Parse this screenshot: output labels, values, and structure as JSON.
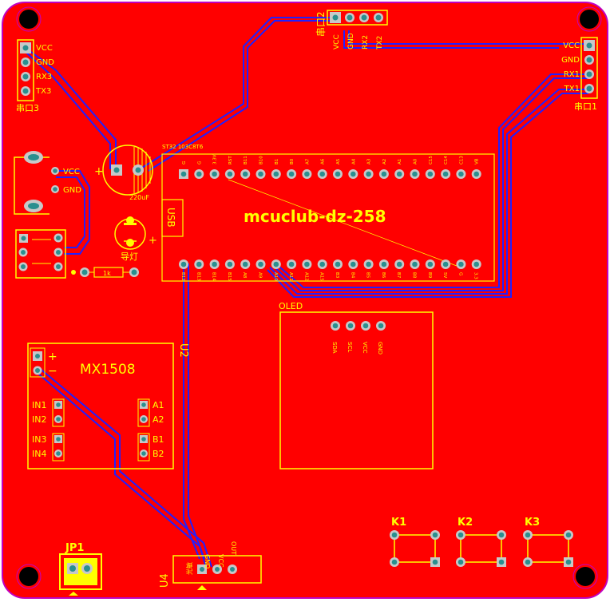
{
  "colors": {
    "board": "#ff0000",
    "outline": "#c000c0",
    "silk": "#ffff00",
    "trace": "#2020ff",
    "pad_ring": "#c8c8c8",
    "pad_hole": "#2a8f8f",
    "hole": "#000000"
  },
  "labels": {
    "top_hdr_ref": "串口2",
    "top_hdr_pins": [
      "VCC",
      "GND",
      "RX2",
      "TX2"
    ],
    "left_hdr_ref": "串口3",
    "left_hdr_pins": [
      "VCC",
      "GND",
      "RX3",
      "TX3"
    ],
    "right_hdr_ref": "串口1",
    "right_hdr_pins": [
      "VCC",
      "GND",
      "RX1",
      "TX1"
    ],
    "power_pins": [
      "VCC",
      "GND"
    ],
    "cap_value": "220uF",
    "cap_plus": "+",
    "led_ref": "导灯",
    "led_plus": "+",
    "resistor_value": "1k",
    "board_name": "mcuclub-dz-258",
    "usb": "USB",
    "mcu_note": "ST32 103C8T6",
    "mcu_top_pins": [
      "G",
      "G",
      "3.3V",
      "RST",
      "B11",
      "B10",
      "B1",
      "B0",
      "A7",
      "A6",
      "A5",
      "A4",
      "A3",
      "A2",
      "A1",
      "A0",
      "C15",
      "C14",
      "C13",
      "VB"
    ],
    "mcu_bottom_pins": [
      "B12",
      "B13",
      "B14",
      "B15",
      "A8",
      "A9",
      "A10",
      "A11",
      "A12",
      "A15",
      "B3",
      "B4",
      "B5",
      "B6",
      "B7",
      "B8",
      "B9",
      "5V",
      "G",
      "3.3"
    ],
    "oled_ref": "OLED",
    "oled_pins": [
      "SDA",
      "SCL",
      "VCC",
      "GND"
    ],
    "driver_name": "MX1508",
    "driver_plus": "+",
    "driver_minus": "−",
    "driver_inputs": [
      "IN1",
      "IN2",
      "IN3",
      "IN4"
    ],
    "driver_outputs": [
      "A1",
      "A2",
      "B1",
      "B2"
    ],
    "u2_ref": "U2",
    "u4_ref": "U4",
    "u4_pins": [
      "GND",
      "VCC",
      "OUT"
    ],
    "u4_note": "光敏",
    "jp1_ref": "JP1",
    "keys": [
      "K1",
      "K2",
      "K3"
    ]
  }
}
